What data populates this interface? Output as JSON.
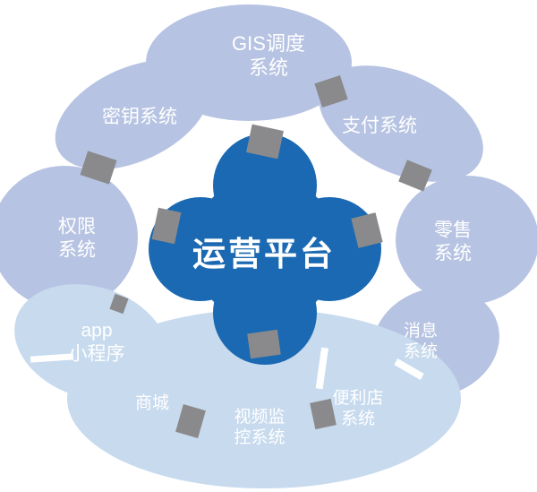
{
  "palette": {
    "center_blue": "#1a69b2",
    "petal_periwinkle": "#b6c3e2",
    "petal_light_blue": "#c7daee",
    "connector_gray": "#8a8a8c",
    "label_white": "#ffffff",
    "background": "#ffffff"
  },
  "diagram": {
    "center": {
      "label": "运营平台"
    },
    "nodes": [
      {
        "id": "gis-dispatch-system",
        "label": "GIS调度\n系统"
      },
      {
        "id": "secret-key-system",
        "label": "密钥系统"
      },
      {
        "id": "payment-system",
        "label": "支付系统"
      },
      {
        "id": "permission-system",
        "label": "权限\n系统"
      },
      {
        "id": "retail-system",
        "label": "零售\n系统"
      },
      {
        "id": "app-mini-program",
        "label": "app\n小程序"
      },
      {
        "id": "message-system",
        "label": "消息\n系统"
      },
      {
        "id": "mall",
        "label": "商城"
      },
      {
        "id": "video-monitor-system",
        "label": "视频监\n控系统"
      },
      {
        "id": "convenience-store-system",
        "label": "便利店\n系统"
      }
    ]
  }
}
